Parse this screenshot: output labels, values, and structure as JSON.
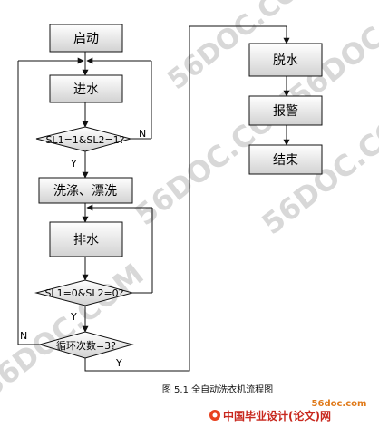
{
  "flowchart": {
    "nodes": {
      "start": "启动",
      "fill": "进水",
      "check_full": "SL1=1&SL2=1?",
      "wash": "洗涤、漂洗",
      "drain": "排水",
      "check_empty": "SL1=0&SL2=0?",
      "cycle": "循环次数=3?",
      "spin": "脱水",
      "alarm": "报警",
      "end": "结束"
    },
    "edge_labels": {
      "full_no": "N",
      "full_yes": "Y",
      "empty_yes": "Y",
      "cycle_no": "N",
      "cycle_yes": "Y"
    }
  },
  "caption": "图 5.1 全自动洗衣机流程图",
  "watermarks": [
    "56DOC.COM",
    "56DOC.COM",
    "56DOC.COM",
    "56DOC.COM",
    "56DOC.COM"
  ],
  "footer": {
    "url": "56doc.com",
    "site_name": "中国毕业设计(论文)网"
  },
  "colors": {
    "box_fill_top": "#ffffff",
    "box_fill_bottom": "#d2d2d2",
    "watermark": "#b9b9b9",
    "footer_logo": "#e8411e",
    "footer_text": "#c8281e",
    "footer_url": "#e07a1a"
  }
}
